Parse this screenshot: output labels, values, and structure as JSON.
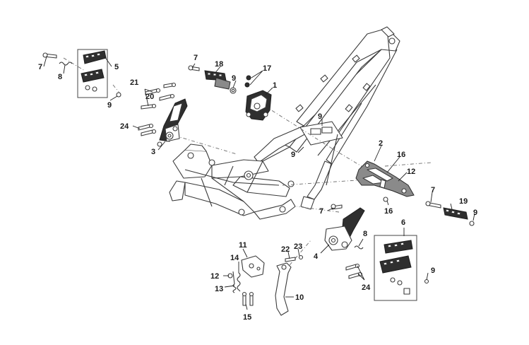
{
  "callouts": {
    "c1": "1",
    "c2": "2",
    "c3": "3",
    "c4": "4",
    "c5": "5",
    "c6": "6",
    "c7a": "7",
    "c7b": "7",
    "c7c": "7",
    "c7d": "7",
    "c8a": "8",
    "c8b": "8",
    "c9a": "9",
    "c9b": "9",
    "c9c": "9",
    "c9d": "9",
    "c9e": "9",
    "c9f": "9",
    "c10": "10",
    "c11": "11",
    "c12a": "12",
    "c12b": "12",
    "c13": "13",
    "c14": "14",
    "c15": "15",
    "c16a": "16",
    "c16b": "16",
    "c17": "17",
    "c18": "18",
    "c19": "19",
    "c20": "20",
    "c21": "21",
    "c22": "22",
    "c23": "23",
    "c24a": "24",
    "c24b": "24"
  }
}
